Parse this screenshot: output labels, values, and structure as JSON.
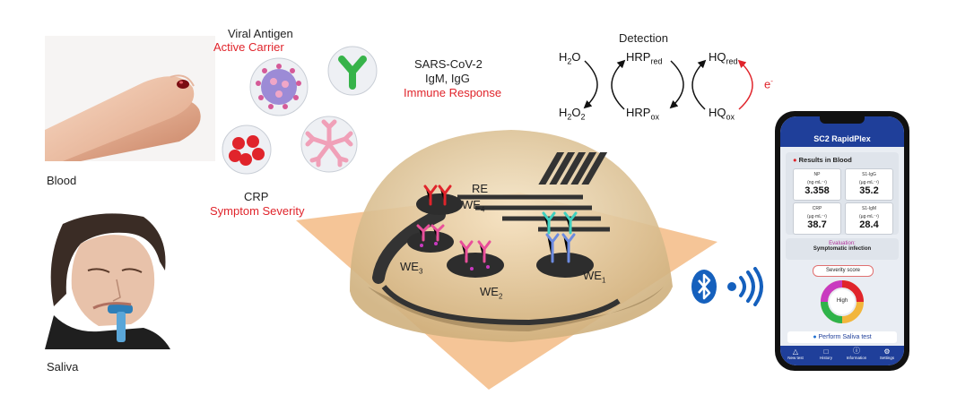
{
  "samples": {
    "blood_label": "Blood",
    "saliva_label": "Saliva"
  },
  "carriers": {
    "viral_antigen": "Viral Antigen",
    "active_carrier": "Active Carrier",
    "crp": "CRP",
    "symptom_severity": "Symptom Severity",
    "target": "SARS-CoV-2",
    "antibodies": "IgM, IgG",
    "immune_response": "Immune Response"
  },
  "detection": {
    "title": "Detection",
    "h2o": "H",
    "h2o_sub": "2",
    "h2o_end": "O",
    "h2o2": "H",
    "h2o2_sub1": "2",
    "h2o2_mid": "O",
    "h2o2_sub2": "2",
    "hrp": "HRP",
    "red_sub": "red",
    "ox_sub": "ox",
    "hq": "HQ",
    "electron": "e"
  },
  "electrode": {
    "re": "RE",
    "we": "WE",
    "sub1": "1",
    "sub2": "2",
    "sub3": "3",
    "sub4": "4"
  },
  "phone": {
    "app_title": "SC2 RapidPlex",
    "results_header": "Results in Blood",
    "cells": [
      {
        "name": "NP",
        "unit": "(ng·mL⁻¹)",
        "value": "3.358"
      },
      {
        "name": "S1-IgG",
        "unit": "(µg·mL⁻¹)",
        "value": "35.2"
      },
      {
        "name": "CRP",
        "unit": "(µg·mL⁻¹)",
        "value": "38.7"
      },
      {
        "name": "S1-IgM",
        "unit": "(µg·mL⁻¹)",
        "value": "28.4"
      }
    ],
    "evaluation_label": "Evaluation:",
    "evaluation_value": "Symptomatic infection",
    "severity_button": "Severity score",
    "gauge_value": "High",
    "saliva_button": "Perform Saliva test",
    "nav": [
      "New test",
      "History",
      "Information",
      "Settings"
    ]
  },
  "colors": {
    "accent_red": "#e0242b",
    "phone_blue": "#1f3f9a",
    "bluetooth": "#1560bd"
  }
}
